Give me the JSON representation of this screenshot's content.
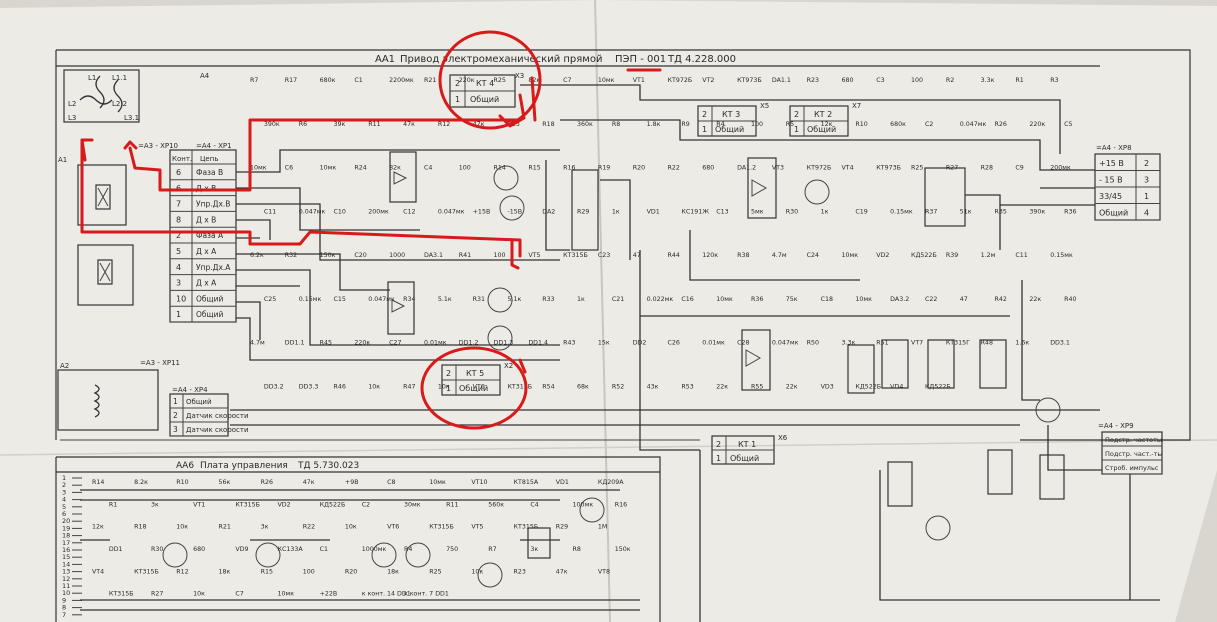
{
  "colors": {
    "paper": "#ecebe6",
    "ink": "#2b2b2b",
    "annotation": "#d81a1a",
    "background": "#d9d6cf"
  },
  "title_top": {
    "prefix": "АА1",
    "name": "Привод электромеханический прямой",
    "code": "ПЭП - 001",
    "doc": "ТД 4.228.000"
  },
  "title_bottom": {
    "prefix": "АА6",
    "name": "Плата управления",
    "doc": "ТД 5.730.023"
  },
  "connectors": {
    "xp10": "=А3 - ХР10",
    "xp1": "=А4 - ХР1",
    "xp11": "=А3 - ХР11",
    "xp4": "=А4 - ХР4",
    "xp8": "=А4 - ХР8",
    "xp9": "=А4 - ХР9",
    "a4": "А4",
    "a2": "А2",
    "a1": "А1"
  },
  "motor_labels": [
    "L1",
    "L2",
    "L3",
    "L1.1",
    "L2.2",
    "L3.1"
  ],
  "xp1_header": {
    "col1": "Конт.",
    "col2": "Цепь"
  },
  "xp1_rows": [
    {
      "n": "6",
      "label": "Фаза В"
    },
    {
      "n": "6",
      "label": "Д х В"
    },
    {
      "n": "7",
      "label": "Упр.Дх.В"
    },
    {
      "n": "8",
      "label": "Д х В"
    },
    {
      "n": "2",
      "label": "Фаза А"
    },
    {
      "n": "5",
      "label": "Д х А"
    },
    {
      "n": "4",
      "label": "Упр.Дх.А"
    },
    {
      "n": "3",
      "label": "Д х А"
    },
    {
      "n": "10",
      "label": "Общий"
    },
    {
      "n": "1",
      "label": "Общий"
    }
  ],
  "xp4_rows": [
    {
      "n": "1",
      "label": "Общий"
    },
    {
      "n": "2",
      "label": "Датчик скорости"
    },
    {
      "n": "3",
      "label": "Датчик скорости"
    }
  ],
  "xp8_rows": [
    {
      "label": "+15 В",
      "n": "2"
    },
    {
      "label": "- 15 В",
      "n": "3"
    },
    {
      "label": "33/45",
      "n": "1"
    },
    {
      "label": "Общий",
      "n": "4"
    }
  ],
  "xp9_rows": [
    {
      "label": "Подстр. частоты"
    },
    {
      "label": "Подстр. част.-ты"
    },
    {
      "label": "Строб. импульс"
    }
  ],
  "testpoints": [
    {
      "id": "kt4",
      "n1": "2",
      "name": "КТ 4",
      "n2": "1",
      "common": "Общий",
      "x": "Х3"
    },
    {
      "id": "kt3",
      "n1": "2",
      "name": "КТ 3",
      "n2": "1",
      "common": "Общий",
      "x": "Х5"
    },
    {
      "id": "kt2",
      "n1": "2",
      "name": "КТ 2",
      "n2": "1",
      "common": "Общий",
      "x": "Х7"
    },
    {
      "id": "kt5",
      "n1": "2",
      "name": "КТ 5",
      "n2": "1",
      "common": "Общий",
      "x": "Х2"
    },
    {
      "id": "kt1",
      "n1": "2",
      "name": "КТ 1",
      "n2": "1",
      "common": "Общий",
      "x": "Х6"
    }
  ],
  "components_top": [
    "R7",
    "R17",
    "680к",
    "C1",
    "2200мк",
    "R21",
    "220к",
    "R25",
    "82к",
    "C7",
    "10мк",
    "VT1",
    "КТ972Б",
    "VT2",
    "КТ973Б",
    "DA1.1",
    "R23",
    "680",
    "C3",
    "100",
    "R2",
    "3.3к",
    "R1",
    "R3",
    "390к",
    "R6",
    "39к",
    "R11",
    "47к",
    "R12",
    "47к",
    "R13",
    "R18",
    "360к",
    "R8",
    "1.8к",
    "R9",
    "R4",
    "100",
    "R5",
    "12к",
    "R10",
    "680к",
    "C2",
    "0.047мк",
    "R26",
    "220к",
    "C5",
    "10мк",
    "C6",
    "10мк",
    "R24",
    "82к",
    "C4",
    "100",
    "R14",
    "R15",
    "R16",
    "R19",
    "R20",
    "R22",
    "680",
    "DA1.2",
    "VT3",
    "КТ972Б",
    "VT4",
    "КТ973Б",
    "R25",
    "R27",
    "R28",
    "C9",
    "200мк",
    "C11",
    "0.047мк",
    "C10",
    "200мк",
    "C12",
    "0.047мк",
    "+15В",
    "-15В",
    "DA2",
    "R29",
    "1к",
    "VD1",
    "КС191Ж",
    "C13",
    "5мк",
    "R30",
    "1к",
    "C19",
    "0.15мк",
    "R37",
    "51к",
    "R35",
    "390к",
    "R36",
    "6.2к",
    "R32",
    "150к",
    "C20",
    "1000",
    "DA3.1",
    "R41",
    "100",
    "VT5",
    "КТ315Б",
    "C23",
    "47",
    "R44",
    "120к",
    "R38",
    "4.7м",
    "C24",
    "10мк",
    "VD2",
    "КД522Б",
    "R39",
    "1.2м",
    "C11",
    "0.15мк",
    "C25",
    "0.15мк",
    "C15",
    "0.047мк",
    "R34",
    "5.1к",
    "R31",
    "5.1к",
    "R33",
    "1к",
    "C21",
    "0.022мк",
    "C16",
    "10мк",
    "R36",
    "75к",
    "C18",
    "10мк",
    "DA3.2",
    "C22",
    "47",
    "R42",
    "22к",
    "R40",
    "4.7м",
    "DD1.1",
    "R45",
    "220к",
    "C27",
    "0.01мк",
    "DD1.2",
    "DD1.3",
    "DD1.4",
    "R43",
    "15к",
    "DD2",
    "C26",
    "0.01мк",
    "C28",
    "0.047мк",
    "R50",
    "3.3к",
    "R51",
    "VT7",
    "КТ315Г",
    "R48",
    "1.6к",
    "DD3.1",
    "DD3.2",
    "DD3.3",
    "R46",
    "10к",
    "R47",
    "10к",
    "VT6",
    "КТ315Б",
    "R54",
    "68к",
    "R52",
    "43к",
    "R53",
    "22к",
    "R55",
    "22к",
    "VD3",
    "КД522Б",
    "VD4",
    "КД522Б"
  ],
  "components_bottom": [
    "R14",
    "8.2к",
    "R10",
    "56к",
    "R26",
    "47к",
    "+9В",
    "C8",
    "10мк",
    "VT10",
    "КТ815А",
    "VD1",
    "КД209А",
    "R1",
    "3к",
    "VT1",
    "КТ315Б",
    "VD2",
    "КД522Б",
    "C2",
    "30мк",
    "R11",
    "560к",
    "C4",
    "100мк",
    "R16",
    "12к",
    "R18",
    "10к",
    "R21",
    "3к",
    "R22",
    "10к",
    "VT6",
    "КТ315Б",
    "VT5",
    "КТ315Б",
    "R29",
    "1М",
    "DD1",
    "R30",
    "680",
    "VD9",
    "КС133А",
    "C1",
    "1000мк",
    "R4",
    "750",
    "R7",
    "3к",
    "R8",
    "150к",
    "VT4",
    "КТ315Б",
    "R12",
    "18к",
    "R15",
    "100",
    "R20",
    "18к",
    "R25",
    "10к",
    "R23",
    "47к",
    "VT8",
    "КТ315Б",
    "R27",
    "10к",
    "C7",
    "10мк",
    "+22В",
    "к конт. 14 DD1",
    "к конт. 7 DD1"
  ],
  "pins_bottom_left": [
    "1",
    "2",
    "3",
    "4",
    "5",
    "6",
    "20",
    "19",
    "18",
    "17",
    "16",
    "15",
    "14",
    "13",
    "12",
    "11",
    "10",
    "9",
    "8",
    "7"
  ]
}
